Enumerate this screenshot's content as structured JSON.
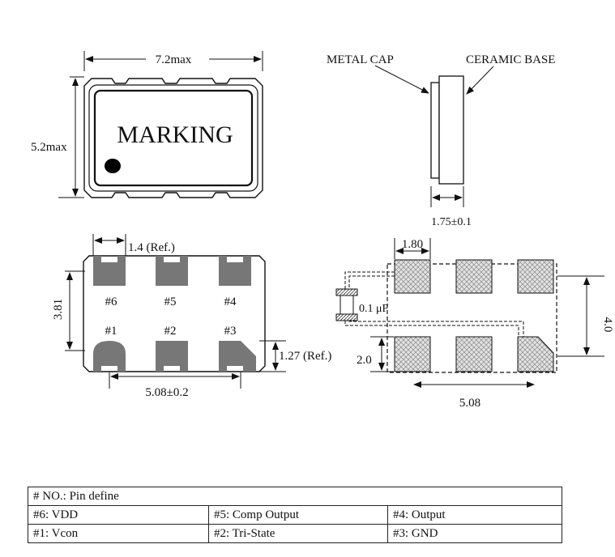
{
  "top_view": {
    "width_label": "7.2max",
    "height_label": "5.2max",
    "marking_text": "MARKING"
  },
  "side_view": {
    "metal_cap_label": "METAL CAP",
    "ceramic_base_label": "CERAMIC BASE",
    "thickness_label": "1.75±0.1"
  },
  "bottom_view": {
    "pad_width_label": "1.4 (Ref.)",
    "height_label": "3.81",
    "pad_height_label": "1.27 (Ref.)",
    "pitch_label": "5.08±0.2",
    "pins_top": [
      "#6",
      "#5",
      "#4"
    ],
    "pins_bottom": [
      "#1",
      "#2",
      "#3"
    ]
  },
  "land_pattern": {
    "pad_width_label": "1.80",
    "height_label": "4.0",
    "pad_height_label": "2.0",
    "pitch_label": "5.08",
    "capacitor_label": "0.1 μF"
  },
  "pin_table": {
    "header": "# NO.: Pin define",
    "rows": [
      [
        "#6: VDD",
        "#5: Comp Output",
        "#4: Output"
      ],
      [
        "#1: Vcon",
        "#2: Tri-State",
        "#3: GND"
      ]
    ]
  }
}
